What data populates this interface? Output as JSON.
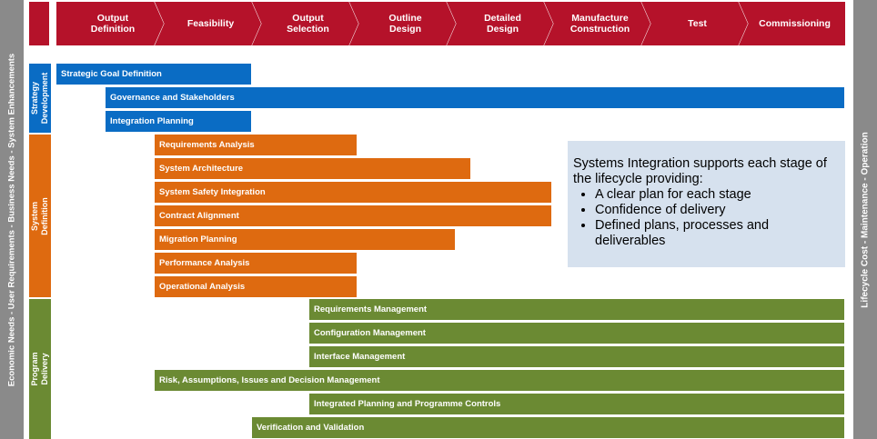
{
  "left_label": "Economic Needs - User Requirements - Business Needs - System Enhancements",
  "right_label": "Lifecycle Cost       -       Maintenance       -       Operation",
  "stages": [
    "Output\nDefinition",
    "Feasibility",
    "Output\nSelection",
    "Outline\nDesign",
    "Detailed\nDesign",
    "Manufacture\nConstruction",
    "Test",
    "Commissioning"
  ],
  "phases": [
    {
      "label": "Strategy\nDevelopment",
      "color": "#0a6cc4"
    },
    {
      "label": "System\nDefinition",
      "color": "#de6a10"
    },
    {
      "label": "Program\nDelivery",
      "color": "#6b8a33"
    }
  ],
  "activities": [
    {
      "label": "Strategic Goal Definition",
      "phase": "strategy"
    },
    {
      "label": "Governance and Stakeholders",
      "phase": "strategy"
    },
    {
      "label": "Integration Planning",
      "phase": "strategy"
    },
    {
      "label": "Requirements Analysis",
      "phase": "definition"
    },
    {
      "label": "System Architecture",
      "phase": "definition"
    },
    {
      "label": "System Safety Integration",
      "phase": "definition"
    },
    {
      "label": "Contract Alignment",
      "phase": "definition"
    },
    {
      "label": "Migration Planning",
      "phase": "definition"
    },
    {
      "label": "Performance Analysis",
      "phase": "definition"
    },
    {
      "label": "Operational Analysis",
      "phase": "definition"
    },
    {
      "label": "Requirements Management",
      "phase": "delivery"
    },
    {
      "label": "Configuration Management",
      "phase": "delivery"
    },
    {
      "label": "Interface Management",
      "phase": "delivery"
    },
    {
      "label": "Risk, Assumptions, Issues and Decision Management",
      "phase": "delivery"
    },
    {
      "label": "Integrated Planning and Programme Controls",
      "phase": "delivery"
    },
    {
      "label": "Verification and Validation",
      "phase": "delivery"
    }
  ],
  "info_box": {
    "intro": "Systems Integration supports each stage of the lifecycle providing:",
    "bullets": [
      "A clear plan for each stage",
      "Confidence of delivery",
      "Defined plans, processes and deliverables"
    ]
  },
  "colors": {
    "stage_red": "#b5122a",
    "strategy_blue": "#0a6cc4",
    "definition_orange": "#de6a10",
    "delivery_green": "#6b8a33",
    "side_gray": "#8a8a8a",
    "info_bg": "#d6e1ee"
  }
}
